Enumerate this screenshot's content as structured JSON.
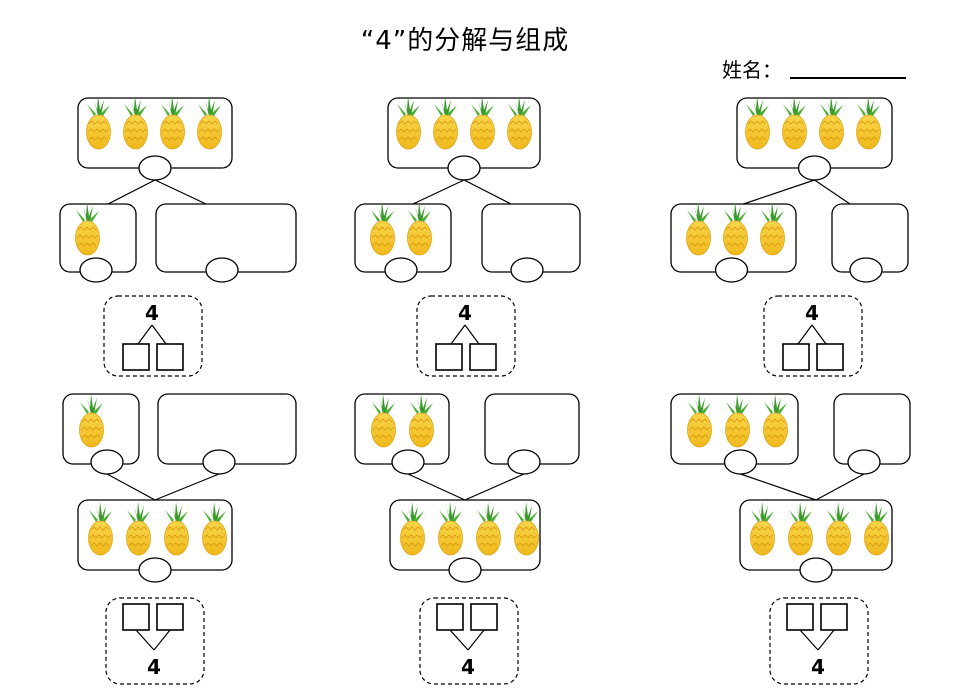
{
  "title": "“4”的分解与组成",
  "name_label": "姓名：",
  "colors": {
    "pineapple": "#f3c224",
    "leaf": "#3a9a2a",
    "line": "#000000"
  },
  "icon": "pineapple-icon",
  "whole_number": "4",
  "decomposition_tasks": [
    {
      "whole_count": 4,
      "left_count": 1,
      "right_count": 0,
      "number": "4"
    },
    {
      "whole_count": 4,
      "left_count": 2,
      "right_count": 0,
      "number": "4"
    },
    {
      "whole_count": 4,
      "left_count": 3,
      "right_count": 0,
      "number": "4"
    }
  ],
  "composition_tasks": [
    {
      "whole_count": 4,
      "left_count": 1,
      "right_count": 0,
      "number": "4"
    },
    {
      "whole_count": 4,
      "left_count": 2,
      "right_count": 0,
      "number": "4"
    },
    {
      "whole_count": 4,
      "left_count": 3,
      "right_count": 0,
      "number": "4"
    }
  ]
}
